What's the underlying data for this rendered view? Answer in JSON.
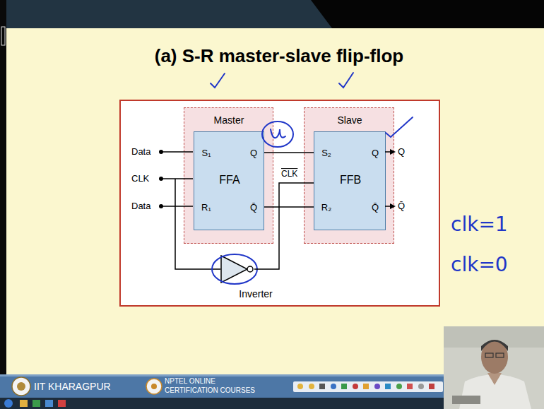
{
  "diagram": {
    "title": "(a) S-R master-slave flip-flop",
    "nodes": [
      {
        "text": [
          "Master"
        ]
      },
      {
        "text": [
          "S₁",
          "Q",
          "FFA",
          "R₁",
          "Q̄"
        ],
        "in": 0
      },
      {
        "text": [
          "Slave"
        ]
      },
      {
        "text": [
          "S₂",
          "Q",
          "FFB",
          "R₂",
          "Q̄"
        ],
        "in": 2
      },
      {
        "text": [
          "Inverter"
        ]
      }
    ],
    "edges": [
      {
        "from": 1,
        "to": 3,
        "arrow": "none"
      },
      {
        "from": 1,
        "to": 3,
        "arrow": "none"
      },
      {
        "from": 4,
        "to": 3,
        "arrow": "none"
      }
    ],
    "labels": [
      "Data",
      "CLK",
      "Data",
      "CLK",
      "Q",
      "Q̄",
      "clk=1",
      "clk=0",
      "IIT KHARAGPUR",
      "NPTEL ONLINE",
      "CERTIFICATION COURSES"
    ]
  }
}
